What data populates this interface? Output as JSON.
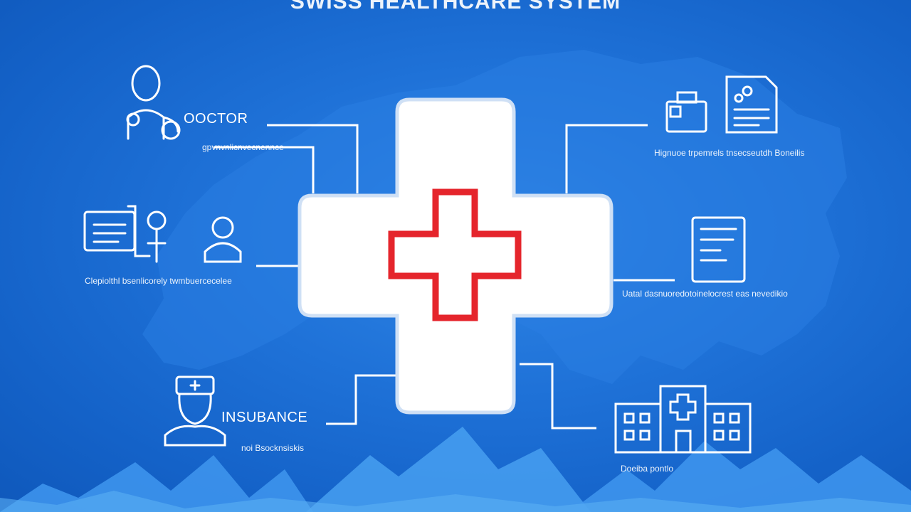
{
  "title": "SWISS HEALTHCARE SYSTEM",
  "nodes": {
    "doctor": {
      "label": "OOCTOR",
      "caption": "gpvnvnlicnvecnennce"
    },
    "patient_records": {
      "caption": "Clepiolthl bsenlicorely twmbuercecelee"
    },
    "insurance": {
      "label": "INSUBANCE",
      "caption": "noi Bsocknsiskis"
    },
    "documents": {
      "caption": "Hignuoe trpemrels tnsecseutdh Boneilis"
    },
    "report": {
      "caption": "Uatal dasnuoredotoinelocrest eas nevedikio"
    },
    "hospital": {
      "caption": "Doeiba pontlo"
    }
  },
  "colors": {
    "background": "#1f72d8",
    "cross_red": "#e5252c",
    "line": "#ffffff"
  }
}
